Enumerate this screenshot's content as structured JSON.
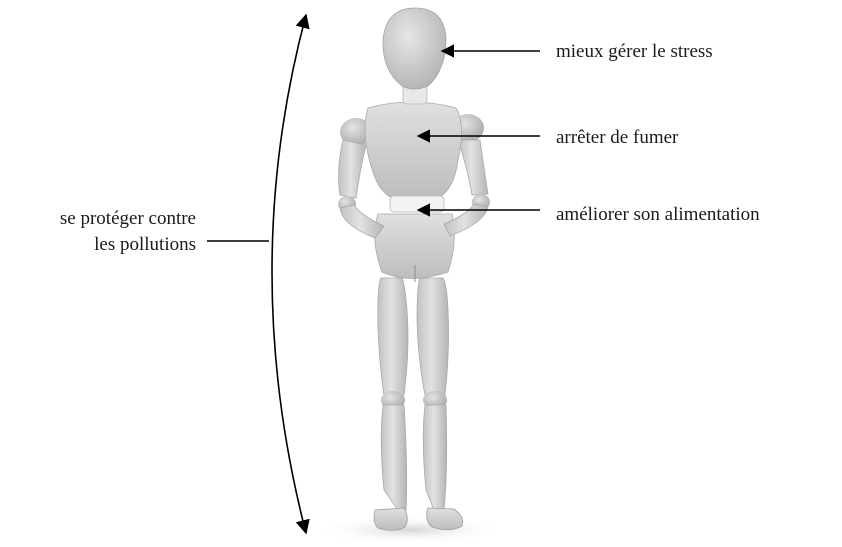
{
  "labels": {
    "head": "mieux gérer le stress",
    "chest": "arrêter de fumer",
    "waist": "améliorer son alimentation",
    "whole_body_line1": "se protéger contre",
    "whole_body_line2": "les pollutions"
  },
  "colors": {
    "text": "#1a1a1a",
    "arrow": "#000000",
    "wood_light": "#dcdcdc",
    "wood_mid": "#c6c6c6",
    "wood_dark": "#9e9e9e"
  },
  "icons": {
    "figure": "wooden-mannequin-icon",
    "arrow": "arrow-left-icon",
    "bracket": "double-arrow-curve-icon"
  }
}
